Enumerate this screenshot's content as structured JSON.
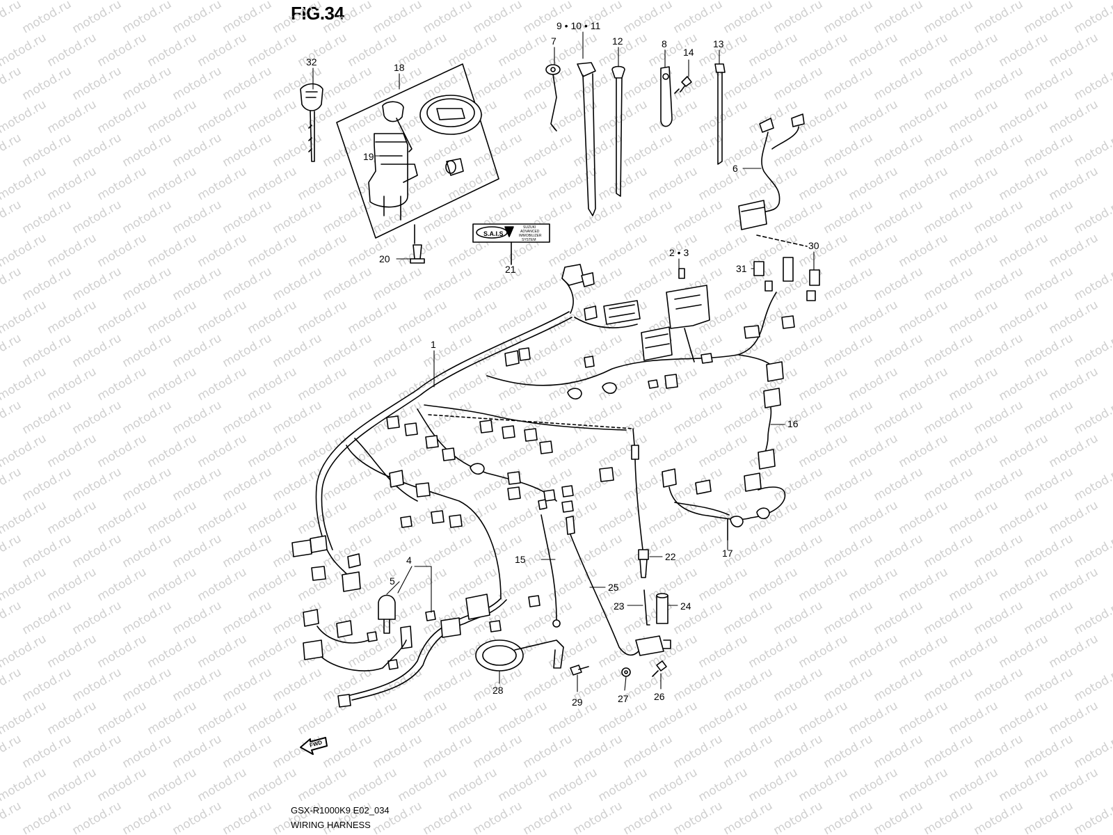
{
  "figure": {
    "title": "FIG.34",
    "model_code": "GSX-R1000K9 E02_034",
    "name": "WIRING HARNESS"
  },
  "watermark": "motod.ru",
  "direction_marker": "FWD",
  "sais_label": {
    "badge": "S.A.I.S",
    "brand": "SUZUKI",
    "line1": "ADVANCED",
    "line2": "IMMOBILIZER",
    "line3": "SYSTEM"
  },
  "callouts": {
    "c1": "1",
    "c2_3": "2 • 3",
    "c4": "4",
    "c5": "5",
    "c6": "6",
    "c7": "7",
    "c8": "8",
    "c9_10_11": "9 • 10 • 11",
    "c12": "12",
    "c13": "13",
    "c14": "14",
    "c15": "15",
    "c16": "16",
    "c17": "17",
    "c18": "18",
    "c19": "19",
    "c20": "20",
    "c21": "21",
    "c22": "22",
    "c23": "23",
    "c24": "24",
    "c25": "25",
    "c26": "26",
    "c27": "27",
    "c28": "28",
    "c29": "29",
    "c30": "30",
    "c31": "31",
    "c32": "32"
  },
  "colors": {
    "line": "#000000",
    "watermark": "#cfcfcf",
    "background": "#ffffff"
  }
}
